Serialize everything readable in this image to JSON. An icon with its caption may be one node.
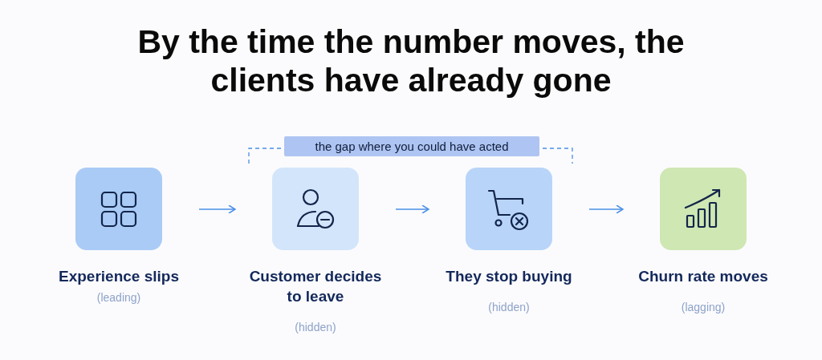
{
  "diagram": {
    "title": "By the time the number moves, the clients have already gone",
    "nodes": [
      {
        "text": [
          "Experience slips",
          "(leading)"
        ]
      },
      {
        "text": [
          "Customer decides to leave",
          "(hidden)"
        ]
      },
      {
        "text": [
          "They stop buying",
          "(hidden)"
        ]
      },
      {
        "text": [
          "Churn rate moves",
          "(lagging)"
        ]
      }
    ],
    "edges": [
      {
        "from": 0,
        "to": 1,
        "arrow": "to"
      },
      {
        "from": 1,
        "to": 2,
        "arrow": "to"
      },
      {
        "from": 2,
        "to": 3,
        "arrow": "to"
      }
    ],
    "labels": [
      "the gap where you could have acted"
    ]
  }
}
